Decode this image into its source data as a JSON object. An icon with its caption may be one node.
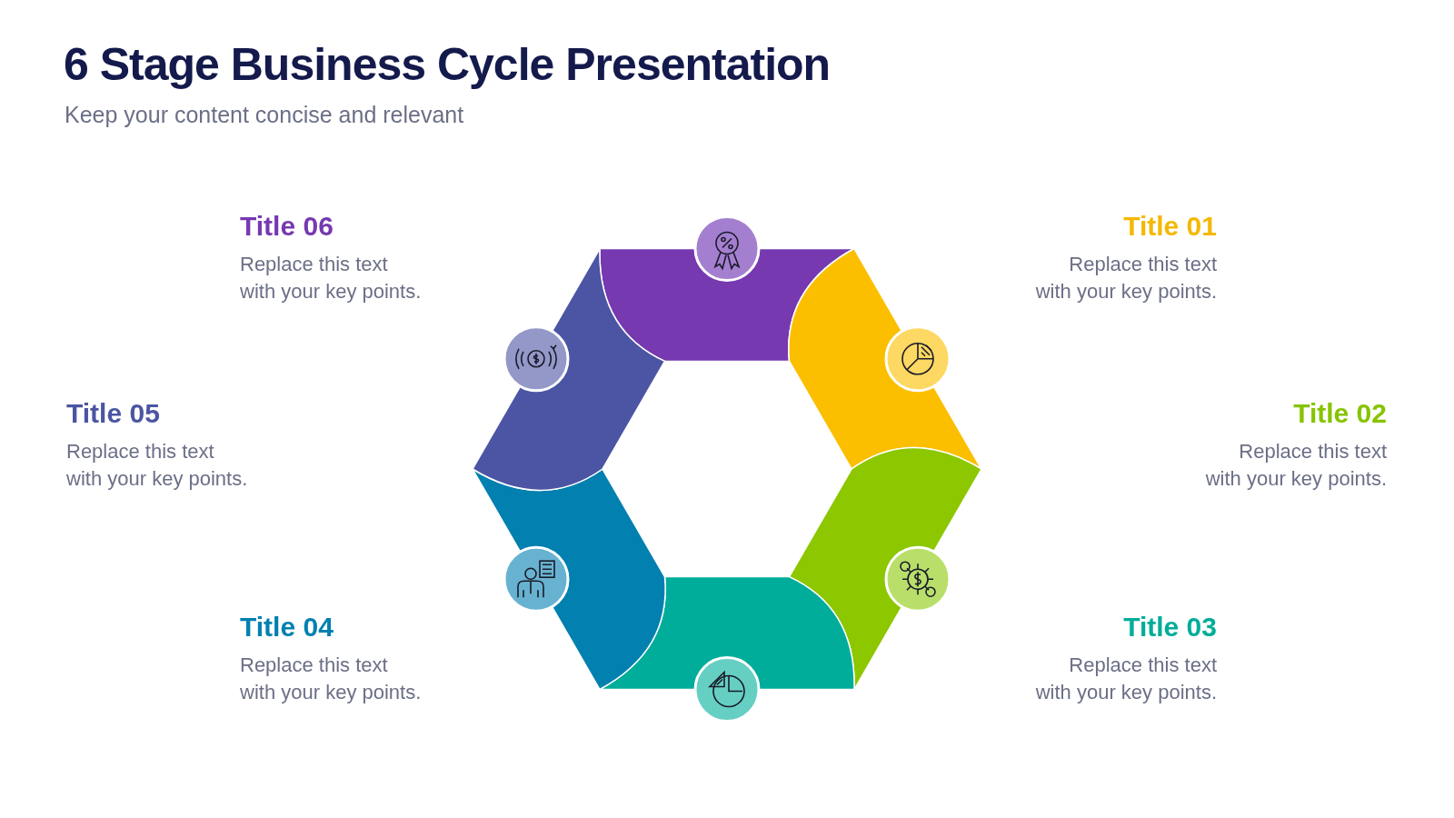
{
  "diagram": {
    "title": "6 Stage Business Cycle Presentation",
    "caption": "Keep your content concise and relevant",
    "nodes": [
      {
        "text": [
          "Title 06",
          "Replace this text with your key points."
        ]
      },
      {
        "text": [
          "Title 01",
          "Replace this text with your key points."
        ]
      },
      {
        "text": [
          "Title 05",
          "Replace this text with your key points."
        ]
      },
      {
        "text": [
          "Title 02",
          "Replace this text with your key points."
        ]
      },
      {
        "text": [
          "Title 04",
          "Replace this text with your key points."
        ]
      },
      {
        "text": [
          "Title 03",
          "Replace this text with your key points."
        ]
      }
    ],
    "edges": []
  }
}
